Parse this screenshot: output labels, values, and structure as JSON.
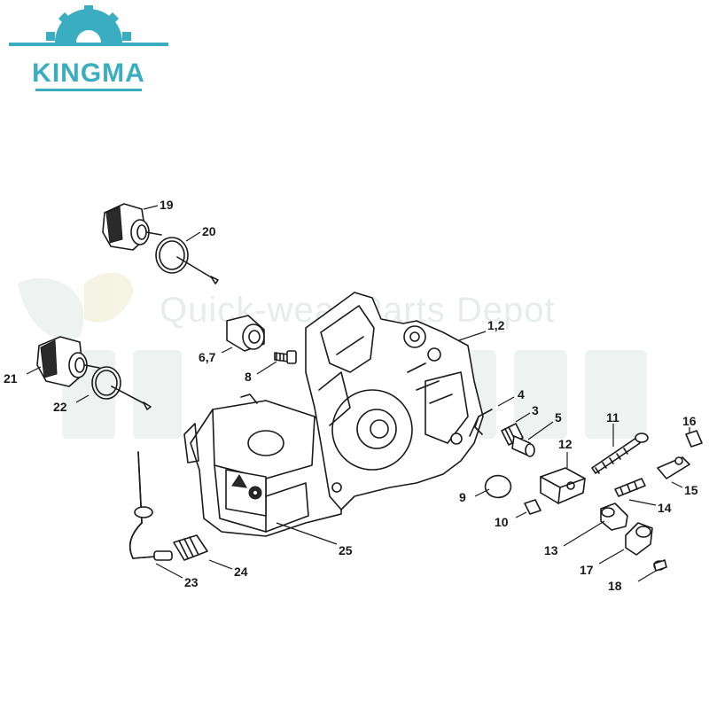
{
  "brand": {
    "name": "KINGMA",
    "color": "#3aaec0"
  },
  "watermark": {
    "text": "Quick-wear Parts Depot",
    "color": "#e9ecec"
  },
  "diagram": {
    "callouts": [
      {
        "id": "19",
        "label": "19"
      },
      {
        "id": "20",
        "label": "20"
      },
      {
        "id": "21",
        "label": "21"
      },
      {
        "id": "22",
        "label": "22"
      },
      {
        "id": "6-7",
        "label": "6,7"
      },
      {
        "id": "8",
        "label": "8"
      },
      {
        "id": "1-2",
        "label": "1,2"
      },
      {
        "id": "4",
        "label": "4"
      },
      {
        "id": "3",
        "label": "3"
      },
      {
        "id": "5",
        "label": "5"
      },
      {
        "id": "11",
        "label": "11"
      },
      {
        "id": "16",
        "label": "16"
      },
      {
        "id": "12",
        "label": "12"
      },
      {
        "id": "9",
        "label": "9"
      },
      {
        "id": "15",
        "label": "15"
      },
      {
        "id": "10",
        "label": "10"
      },
      {
        "id": "14",
        "label": "14"
      },
      {
        "id": "13",
        "label": "13"
      },
      {
        "id": "25",
        "label": "25"
      },
      {
        "id": "17",
        "label": "17"
      },
      {
        "id": "24",
        "label": "24"
      },
      {
        "id": "18",
        "label": "18"
      },
      {
        "id": "23",
        "label": "23"
      }
    ]
  }
}
